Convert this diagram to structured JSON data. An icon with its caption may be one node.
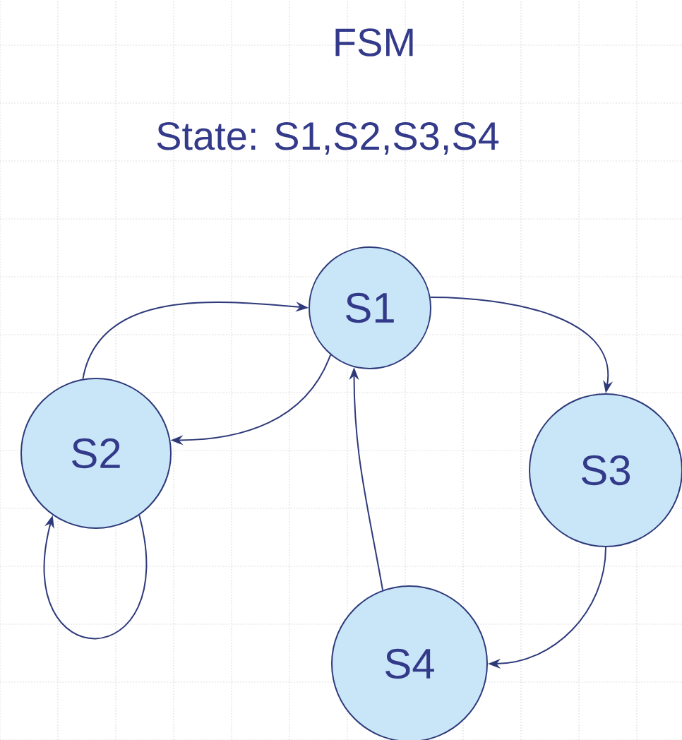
{
  "diagram": {
    "title": "FSM",
    "nodes": [
      {
        "text": [
          "S1"
        ]
      },
      {
        "text": [
          "S2"
        ]
      },
      {
        "text": [
          "S3"
        ]
      },
      {
        "text": [
          "S4"
        ]
      }
    ],
    "edges": [
      {
        "from": 1,
        "to": 0,
        "arrow": "to"
      },
      {
        "from": 0,
        "to": 1,
        "arrow": "to"
      },
      {
        "from": 1,
        "to": 1,
        "arrow": "to"
      },
      {
        "from": 0,
        "to": 2,
        "arrow": "to"
      },
      {
        "from": 2,
        "to": 3,
        "arrow": "to"
      },
      {
        "from": 3,
        "to": 0,
        "arrow": "to"
      }
    ],
    "labels": [
      "State: S1,S2,S3,S4"
    ]
  }
}
